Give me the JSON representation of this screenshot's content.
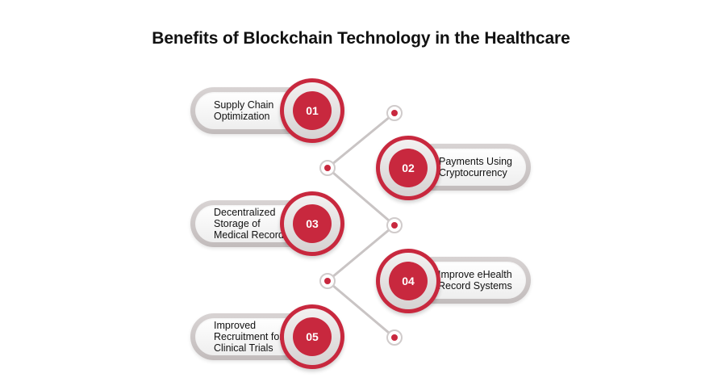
{
  "title": "Benefits of Blockchain Technology in the Healthcare",
  "items": [
    {
      "number": "01",
      "lines": [
        "Supply Chain",
        "Optimization"
      ]
    },
    {
      "number": "02",
      "lines": [
        "Payments Using",
        "Cryptocurrency"
      ]
    },
    {
      "number": "03",
      "lines": [
        "Decentralized",
        "Storage of",
        "Medical Records"
      ]
    },
    {
      "number": "04",
      "lines": [
        "Improve eHealth",
        "Record Systems"
      ]
    },
    {
      "number": "05",
      "lines": [
        "Improved",
        "Recruitment for",
        "Clinical Trials"
      ]
    }
  ],
  "colors": {
    "accent": "#c8283e",
    "connector": "#c9c4c4",
    "text": "#111111"
  }
}
